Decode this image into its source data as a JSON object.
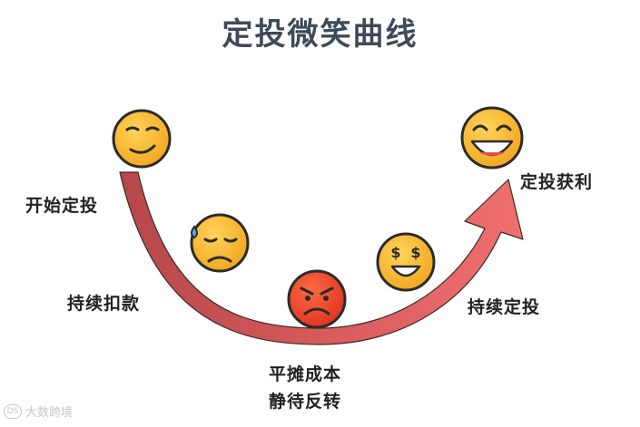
{
  "title": "定投微笑曲线",
  "stages": {
    "start": "开始定投",
    "keep_deduct": "持续扣款",
    "bottom_line1": "平摊成本",
    "bottom_line2": "静待反转",
    "keep_invest": "持续定投",
    "profit": "定投获利"
  },
  "watermark": "大数跨境",
  "colors": {
    "title": "#3f4a57",
    "curve_left": "#b5474b",
    "curve_right": "#f07070",
    "face_yellow": "#f7b22a",
    "face_red": "#e8402a"
  },
  "icons": [
    "smirk-face-icon",
    "sweat-face-icon",
    "angry-face-icon",
    "money-eyes-face-icon",
    "grin-face-icon"
  ]
}
